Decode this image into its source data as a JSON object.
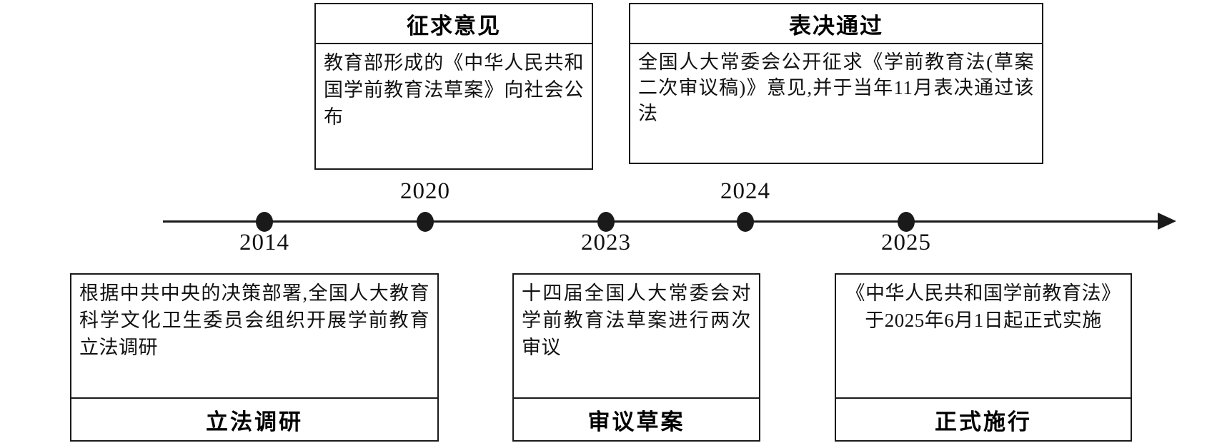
{
  "diagram": {
    "type": "timeline",
    "title_semantic": "preschool-education-law-legislative-timeline",
    "axis": {
      "direction": "left-to-right",
      "arrow": "right-arrow-head",
      "colors": {
        "line": "#1a1a1a",
        "node": "#1a1a1a",
        "box_border": "#1a1a1a",
        "background": "#ffffff"
      }
    },
    "nodes": [
      {
        "year": "2014",
        "position": "below"
      },
      {
        "year": "2020",
        "position": "above"
      },
      {
        "year": "2023",
        "position": "below"
      },
      {
        "year": "2024",
        "position": "above"
      },
      {
        "year": "2025",
        "position": "below"
      }
    ],
    "cards_above": [
      {
        "heading": "征求意见",
        "body": "教育部形成的《中华人民共和国学前教育法草案》向社会公布",
        "linked_year": "2020"
      },
      {
        "heading": "表决通过",
        "body": "全国人大常委会公开征求《学前教育法(草案二次审议稿)》意见,并于当年11月表决通过该法",
        "linked_year": "2024"
      }
    ],
    "cards_below": [
      {
        "body": "根据中共中央的决策部署,全国人大教育科学文化卫生委员会组织开展学前教育立法调研",
        "footer": "立法调研",
        "linked_year": "2014"
      },
      {
        "body": "十四届全国人大常委会对学前教育法草案进行两次审议",
        "footer": "审议草案",
        "linked_year": "2023"
      },
      {
        "body": "《中华人民共和国学前教育法》于2025年6月1日起正式实施",
        "footer": "正式施行",
        "linked_year": "2025"
      }
    ]
  }
}
